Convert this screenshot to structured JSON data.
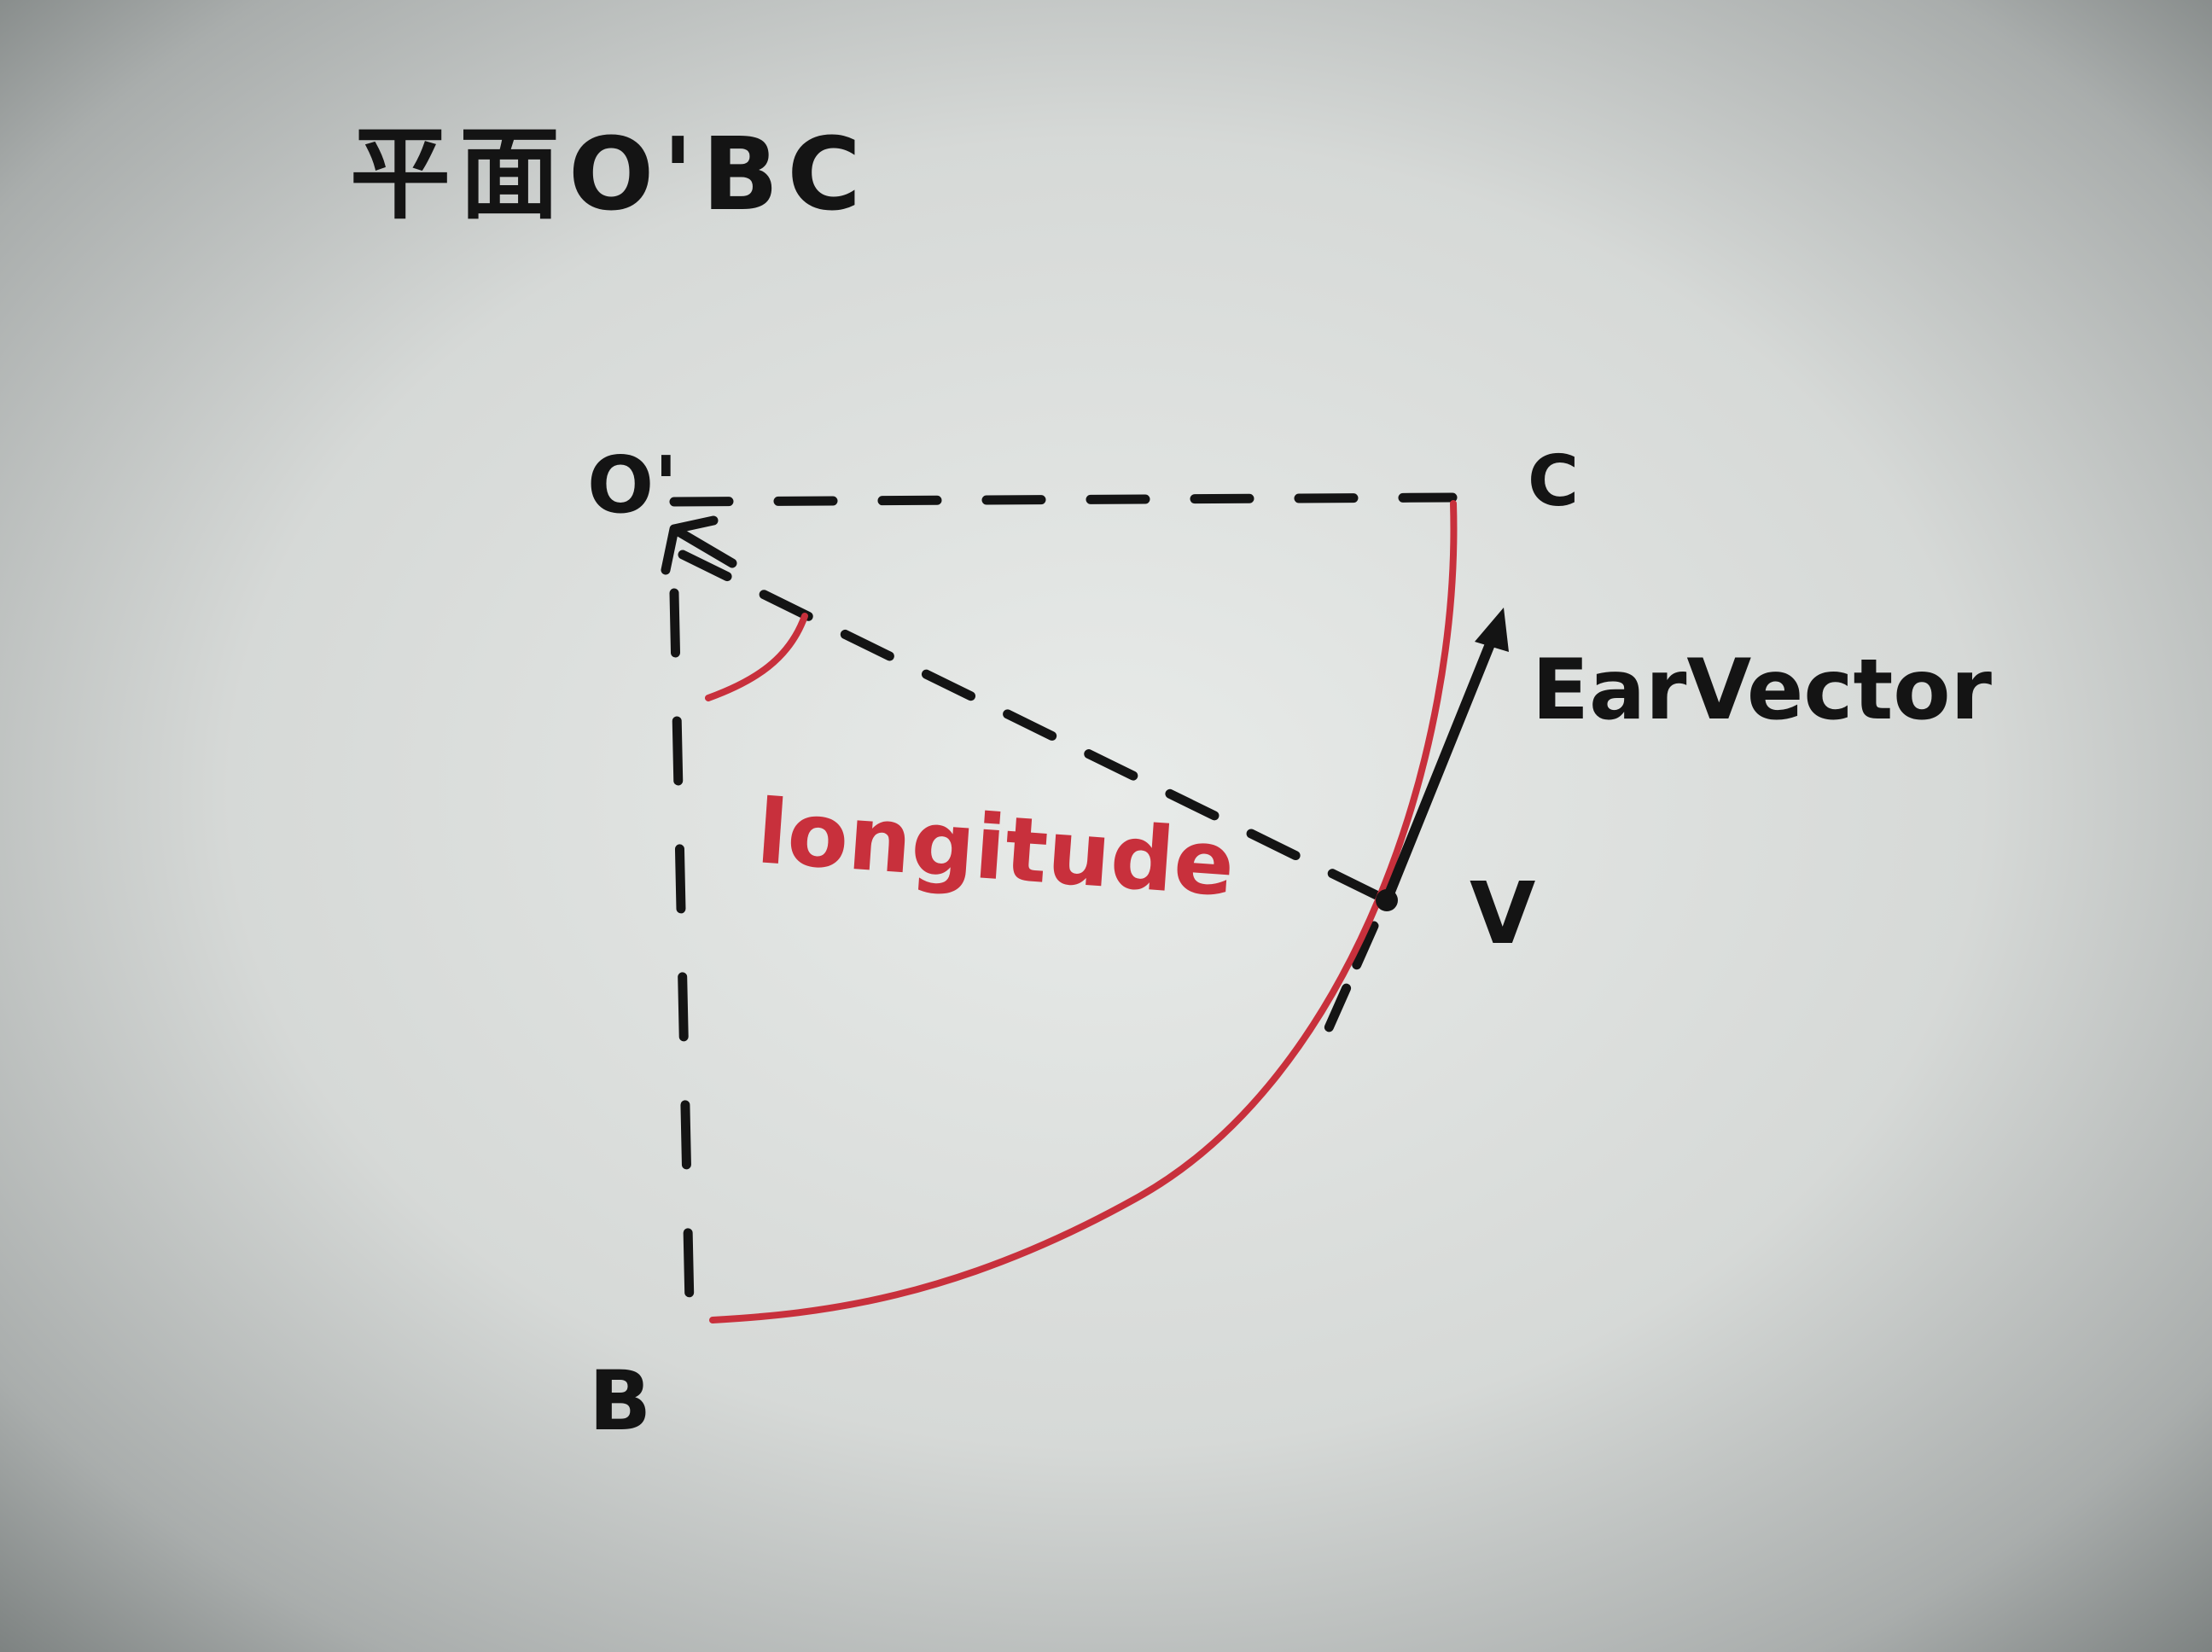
{
  "heading": "平面O'BC",
  "points": {
    "o_prime": "O'",
    "c": "C",
    "v": "V",
    "b": "B"
  },
  "labels": {
    "ear_vector": "EarVector",
    "angle": "longitude"
  },
  "colors": {
    "paper": "#d9dcda",
    "ink": "#141414",
    "red_ink": "#c8303c"
  }
}
